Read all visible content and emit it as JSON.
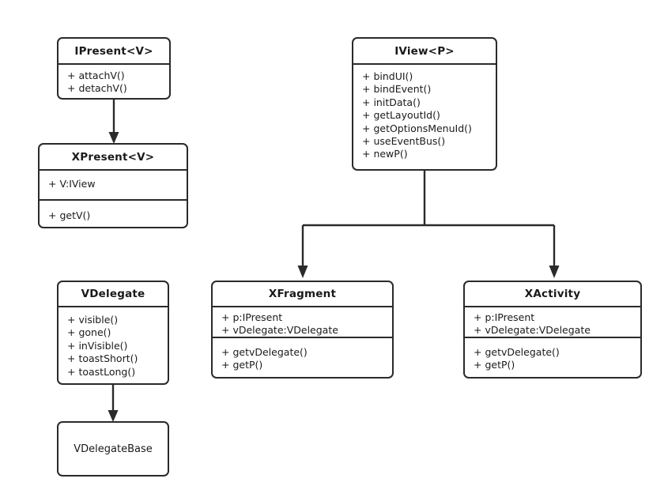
{
  "diagram": {
    "type": "uml-class-diagram",
    "background_color": "#ffffff",
    "line_color": "#2a2a2a",
    "text_color": "#1a1a1a"
  },
  "classes": {
    "ipresent": {
      "name": "IPresent<V>",
      "members": [
        "+ attachV()",
        "+ detachV()"
      ]
    },
    "xpresent": {
      "name": "XPresent<V>",
      "attributes": [
        "+ V:IView"
      ],
      "methods": [
        "+ getV()"
      ]
    },
    "iview": {
      "name": "IView<P>",
      "members": [
        "+ bindUI()",
        "+ bindEvent()",
        "+ initData()",
        "+ getLayoutId()",
        "+ getOptionsMenuId()",
        "+ useEventBus()",
        "+ newP()"
      ]
    },
    "vdelegate": {
      "name": "VDelegate",
      "members": [
        "+ visible()",
        "+ gone()",
        "+ inVisible()",
        "+ toastShort()",
        "+ toastLong()"
      ]
    },
    "vdelegatebase": {
      "name": "VDelegateBase"
    },
    "xfragment": {
      "name": "XFragment",
      "attributes": [
        "+ p:IPresent",
        "+ vDelegate:VDelegate"
      ],
      "methods": [
        "+ getvDelegate()",
        "+ getP()"
      ]
    },
    "xactivity": {
      "name": "XActivity",
      "attributes": [
        "+ p:IPresent",
        "+ vDelegate:VDelegate"
      ],
      "methods": [
        "+ getvDelegate()",
        "+ getP()"
      ]
    }
  },
  "connectors": [
    {
      "name": "ipresent-to-xpresent",
      "from": "IPresent<V>",
      "to": "XPresent<V>",
      "style": "solid",
      "arrow": "filled-triangle"
    },
    {
      "name": "iview-to-xfragment",
      "from": "IView<P>",
      "to": "XFragment",
      "style": "solid",
      "arrow": "filled-triangle"
    },
    {
      "name": "iview-to-xactivity",
      "from": "IView<P>",
      "to": "XActivity",
      "style": "solid",
      "arrow": "filled-triangle"
    },
    {
      "name": "vdelegate-to-vdelegatebase",
      "from": "VDelegate",
      "to": "VDelegateBase",
      "style": "solid",
      "arrow": "filled-triangle"
    }
  ]
}
